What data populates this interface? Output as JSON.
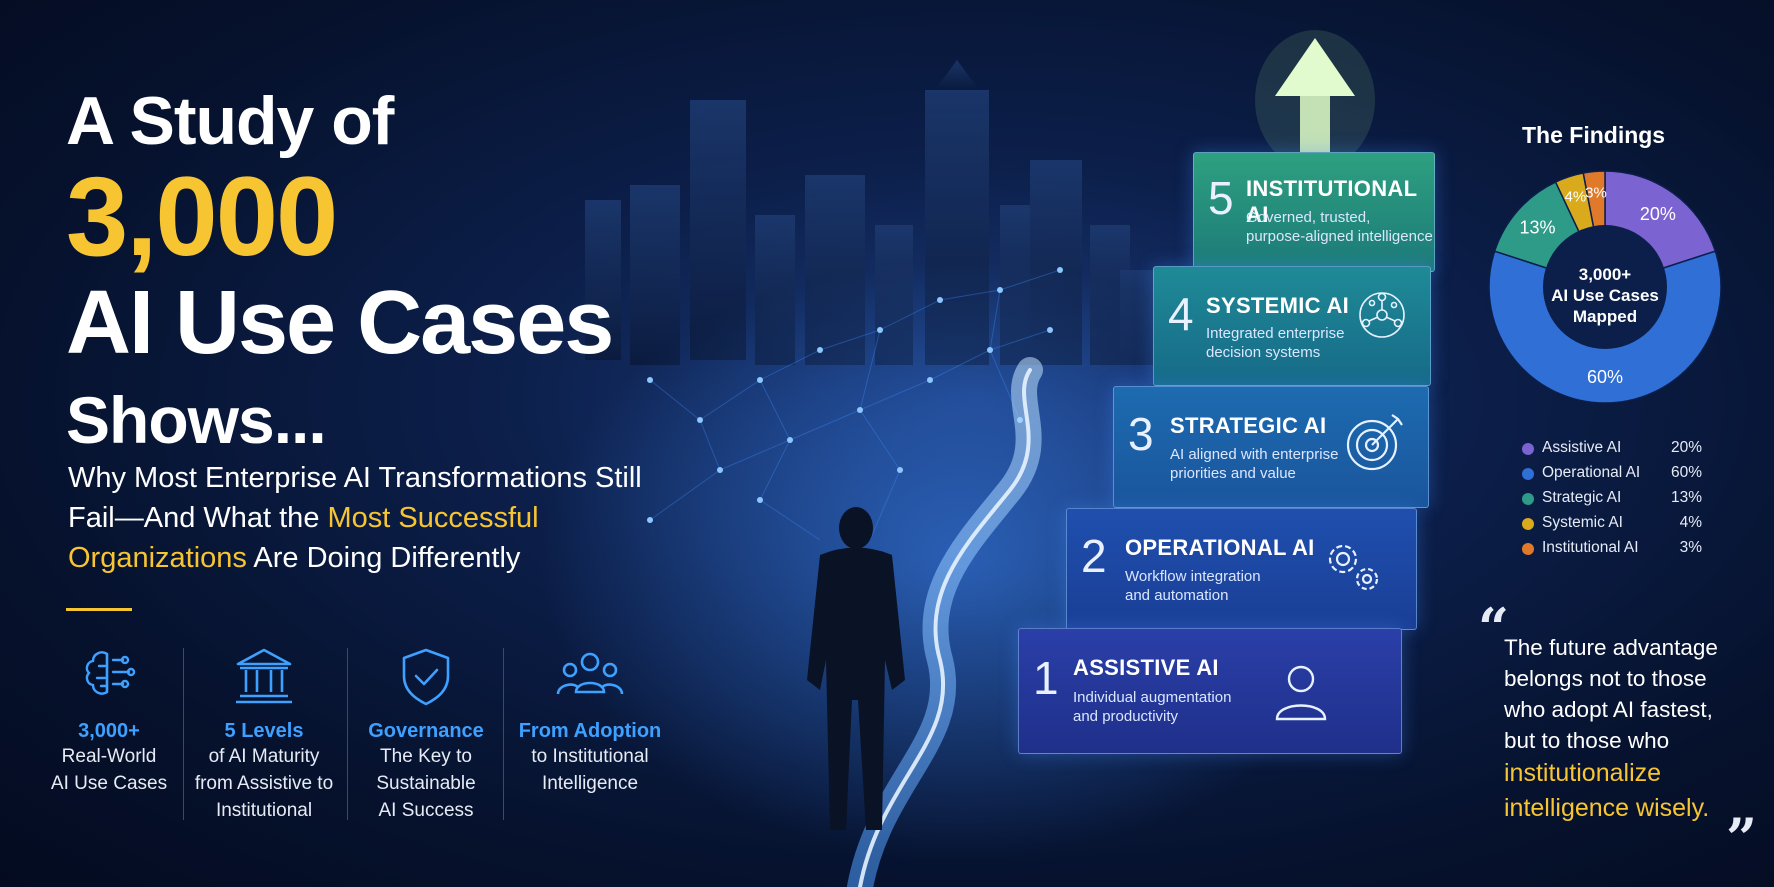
{
  "headline": {
    "line1": "A Study of",
    "line2": "3,000",
    "line3": "AI Use Cases",
    "line4": "Shows..."
  },
  "subtitle": {
    "part1": "Why Most Enterprise AI Transformations Still Fail—And What the ",
    "highlight": "Most Successful Organizations",
    "part2": " Are Doing Differently"
  },
  "stats": [
    {
      "icon": "brain-circuit-icon",
      "title": "3,000+",
      "line1": "Real-World",
      "line2": "AI Use Cases",
      "line3": ""
    },
    {
      "icon": "institution-icon",
      "title": "5 Levels",
      "line1": "of AI Maturity",
      "line2": "from Assistive to",
      "line3": "Institutional"
    },
    {
      "icon": "shield-check-icon",
      "title": "Governance",
      "line1": "The Key to",
      "line2": "Sustainable",
      "line3": "AI Success"
    },
    {
      "icon": "people-group-icon",
      "title": "From Adoption",
      "line1": "to Institutional",
      "line2": "Intelligence",
      "line3": ""
    }
  ],
  "levels": [
    {
      "num": "5",
      "name": "INSTITUTIONAL AI",
      "desc1": "Governed, trusted,",
      "desc2": "purpose-aligned intelligence",
      "icon": ""
    },
    {
      "num": "4",
      "name": "SYSTEMIC AI",
      "desc1": "Integrated enterprise",
      "desc2": "decision systems",
      "icon": "network-nodes-icon"
    },
    {
      "num": "3",
      "name": "STRATEGIC AI",
      "desc1": "AI aligned with enterprise",
      "desc2": "priorities and value",
      "icon": "target-arrow-icon"
    },
    {
      "num": "2",
      "name": "OPERATIONAL AI",
      "desc1": "Workflow integration",
      "desc2": "and automation",
      "icon": "gears-icon"
    },
    {
      "num": "1",
      "name": "ASSISTIVE AI",
      "desc1": "Individual augmentation",
      "desc2": "and productivity",
      "icon": "person-icon"
    }
  ],
  "findings": {
    "title": "The Findings",
    "center_line1": "3,000+",
    "center_line2": "AI Use Cases",
    "center_line3": "Mapped"
  },
  "chart_data": {
    "type": "pie",
    "title": "The Findings",
    "categories": [
      "Assistive AI",
      "Operational AI",
      "Strategic AI",
      "Systemic AI",
      "Institutional AI"
    ],
    "values": [
      20,
      60,
      13,
      4,
      3
    ],
    "labels": [
      "20%",
      "60%",
      "13%",
      "4%",
      "3%"
    ],
    "colors": [
      "#7b63d1",
      "#2f6fd6",
      "#2e9a88",
      "#d9ab1c",
      "#e07a2a"
    ],
    "legend_position": "bottom"
  },
  "quote": {
    "open_mark": "“",
    "close_mark": "”",
    "text": "The future advantage belongs not to those who adopt AI fastest, but to those who ",
    "highlight": "institutionalize intelligence wisely."
  }
}
